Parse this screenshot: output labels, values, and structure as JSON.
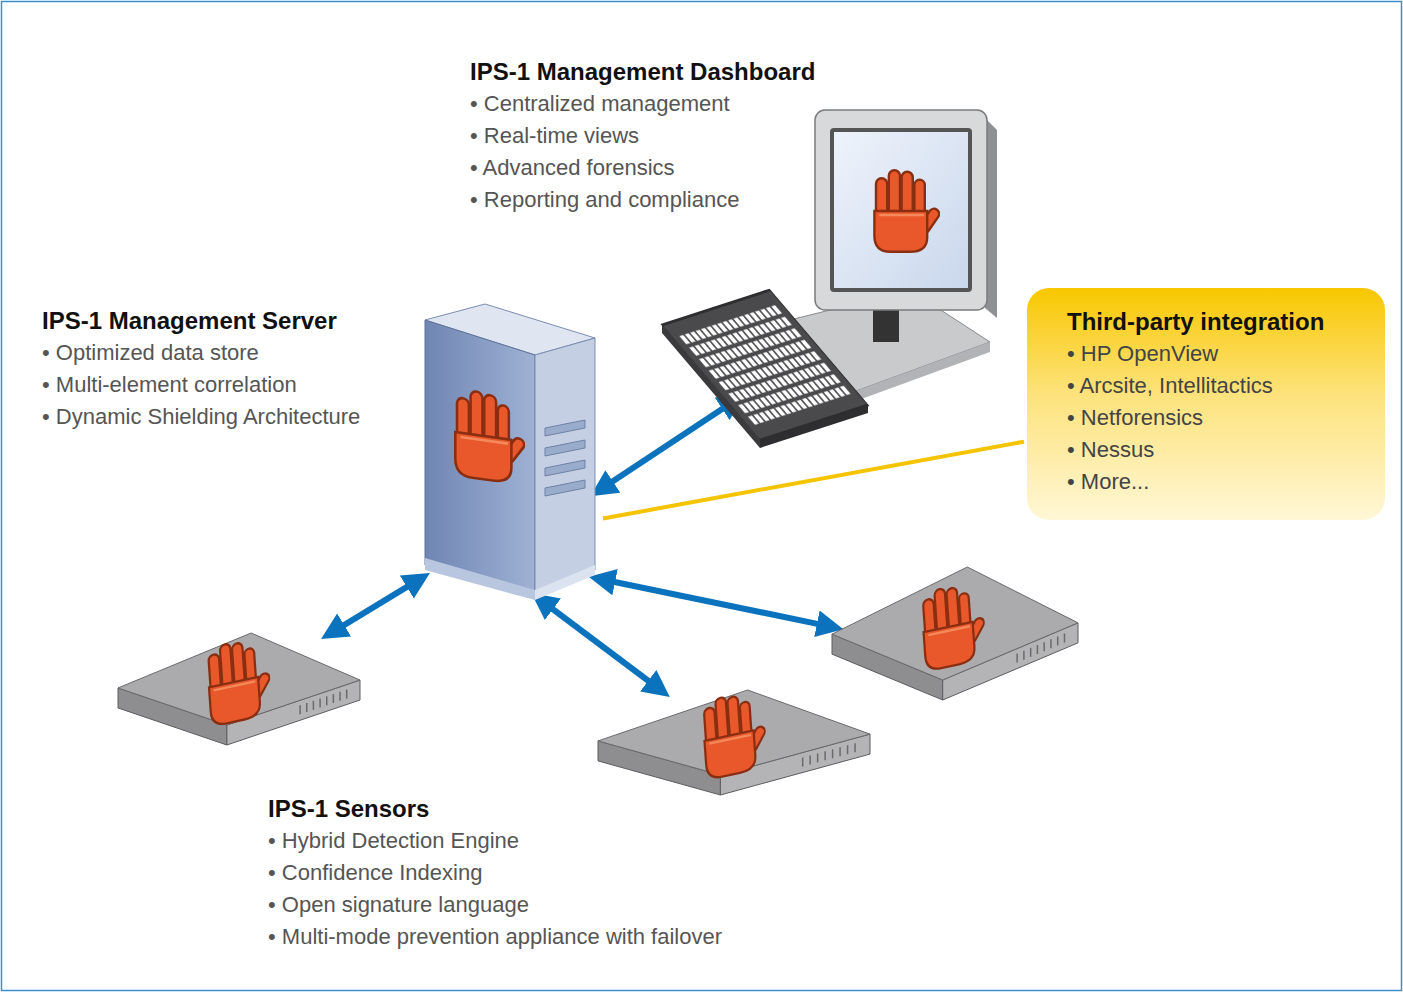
{
  "diagram": {
    "nodes": [
      {
        "text": [
          "IPS-1 Management Dashboard",
          "• Centralized management",
          "• Real-time views",
          "• Advanced forensics",
          "• Reporting and compliance"
        ]
      },
      {
        "text": [
          "IPS-1 Management Server",
          "• Optimized data store",
          "• Multi-element correlation",
          "• Dynamic Shielding Architecture"
        ]
      },
      {
        "text": [
          "Third-party integration",
          "• HP OpenView",
          "• Arcsite, Intellitactics",
          "• Netforensics",
          "• Nessus",
          "• More..."
        ]
      },
      {
        "text": []
      },
      {
        "text": []
      },
      {
        "text": [
          "IPS-1 Sensors",
          "• Hybrid Detection Engine",
          "• Confidence Indexing",
          "• Open signature language",
          "• Multi-mode prevention appliance with failover"
        ]
      }
    ],
    "edges": [
      {
        "from": 1,
        "to": 0,
        "arrow": "both"
      },
      {
        "from": 1,
        "to": 2,
        "arrow": "none"
      },
      {
        "from": 1,
        "to": 3,
        "arrow": "both"
      },
      {
        "from": 1,
        "to": 4,
        "arrow": "both"
      },
      {
        "from": 1,
        "to": 5,
        "arrow": "both"
      }
    ]
  }
}
